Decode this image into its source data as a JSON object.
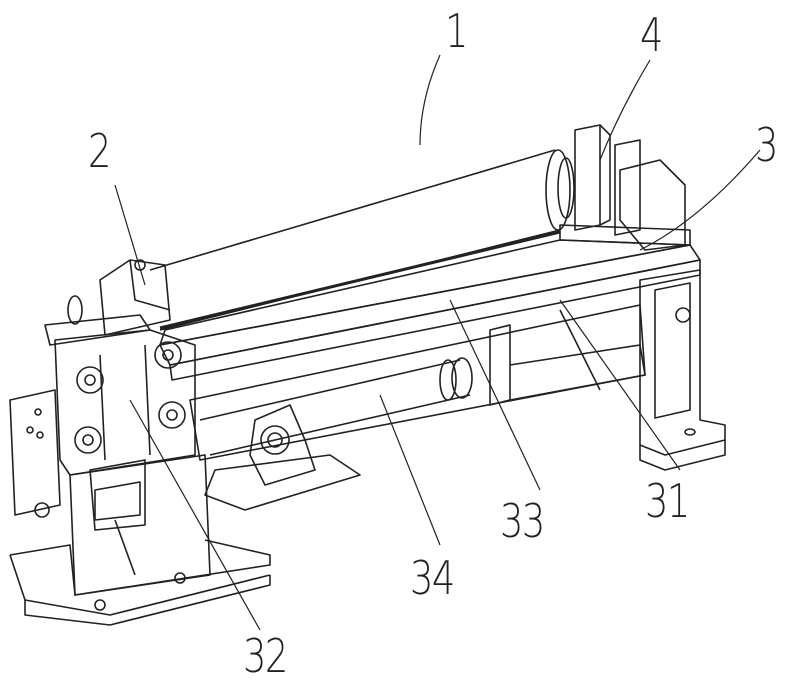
{
  "labels": {
    "l1": "1",
    "l2": "2",
    "l3": "3",
    "l4": "4",
    "l31": "31",
    "l32": "32",
    "l33": "33",
    "l34": "34"
  },
  "colors": {
    "line": "#222222",
    "background": "#ffffff"
  }
}
